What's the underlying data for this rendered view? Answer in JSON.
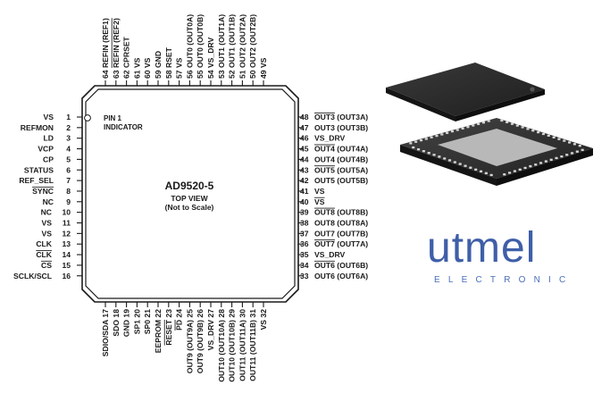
{
  "chip": {
    "part_number": "AD9520-5",
    "view": "TOP VIEW",
    "scale_note": "(Not to Scale)",
    "pin1_lines": [
      "PIN 1",
      "INDICATOR"
    ]
  },
  "pins": {
    "left": [
      {
        "num": "1",
        "name": "VS"
      },
      {
        "num": "2",
        "name": "REFMON"
      },
      {
        "num": "3",
        "name": "LD"
      },
      {
        "num": "4",
        "name": "VCP"
      },
      {
        "num": "5",
        "name": "CP"
      },
      {
        "num": "6",
        "name": "STATUS"
      },
      {
        "num": "7",
        "name": "REF_SEL"
      },
      {
        "num": "8",
        "name": "SYNC",
        "overline": true
      },
      {
        "num": "9",
        "name": "NC"
      },
      {
        "num": "10",
        "name": "NC"
      },
      {
        "num": "11",
        "name": "VS"
      },
      {
        "num": "12",
        "name": "VS"
      },
      {
        "num": "13",
        "name": "CLK"
      },
      {
        "num": "14",
        "name": "CLK",
        "overline": true
      },
      {
        "num": "15",
        "name": "CS",
        "overline": true
      },
      {
        "num": "16",
        "name": "SCLK/SCL"
      }
    ],
    "right": [
      {
        "num": "48",
        "pre": "",
        "ov": "OUT3",
        "post": " (OUT3A)"
      },
      {
        "num": "47",
        "pre": "OUT3 (OUT3B)",
        "ov": "",
        "post": ""
      },
      {
        "num": "46",
        "pre": "VS_DRV",
        "ov": "",
        "post": ""
      },
      {
        "num": "45",
        "pre": "",
        "ov": "OUT4",
        "post": " (OUT4A)"
      },
      {
        "num": "44",
        "pre": "OUT4 (OUT4B)",
        "ov": "",
        "post": ""
      },
      {
        "num": "43",
        "pre": "",
        "ov": "OUT5",
        "post": " (OUT5A)"
      },
      {
        "num": "42",
        "pre": "OUT5 (OUT5B)",
        "ov": "",
        "post": ""
      },
      {
        "num": "41",
        "pre": "VS",
        "ov": "",
        "post": ""
      },
      {
        "num": "40",
        "pre": "VS",
        "ov": "",
        "post": ""
      },
      {
        "num": "39",
        "pre": "",
        "ov": "OUT8",
        "post": " (OUT8B)"
      },
      {
        "num": "38",
        "pre": "OUT8 (OUT8A)",
        "ov": "",
        "post": ""
      },
      {
        "num": "37",
        "pre": "OUT7 (OUT7B)",
        "ov": "",
        "post": ""
      },
      {
        "num": "36",
        "pre": "",
        "ov": "OUT7",
        "post": " (OUT7A)"
      },
      {
        "num": "35",
        "pre": "VS_DRV",
        "ov": "",
        "post": ""
      },
      {
        "num": "34",
        "pre": "",
        "ov": "OUT6",
        "post": " (OUT6B)"
      },
      {
        "num": "33",
        "pre": "OUT6 (OUT6A)",
        "ov": "",
        "post": ""
      }
    ],
    "top": [
      {
        "num": "64",
        "name": "REFIN (REF1)"
      },
      {
        "num": "63",
        "name": "REFIN (REF2)",
        "overline": true
      },
      {
        "num": "62",
        "name": "CPRSET"
      },
      {
        "num": "61",
        "name": "VS"
      },
      {
        "num": "60",
        "name": "VS"
      },
      {
        "num": "59",
        "name": "GND"
      },
      {
        "num": "58",
        "name": "RSET"
      },
      {
        "num": "57",
        "name": "VS"
      },
      {
        "num": "56",
        "name": "OUT0 (OUT0A)"
      },
      {
        "num": "55",
        "name": "OUT0 (OUT0B)"
      },
      {
        "num": "54",
        "name": "VS_DRV"
      },
      {
        "num": "53",
        "name": "OUT1 (OUT1A)"
      },
      {
        "num": "52",
        "name": "OUT1 (OUT1B)"
      },
      {
        "num": "51",
        "name": "OUT2 (OUT2A)"
      },
      {
        "num": "50",
        "name": "OUT2 (OUT2B)"
      },
      {
        "num": "49",
        "name": "VS"
      }
    ],
    "bottom": [
      {
        "num": "17",
        "name": "SDIO/SDA"
      },
      {
        "num": "18",
        "name": "SDO"
      },
      {
        "num": "19",
        "name": "GND"
      },
      {
        "num": "20",
        "name": "SP1"
      },
      {
        "num": "21",
        "name": "SP0"
      },
      {
        "num": "22",
        "name": "EEPROM"
      },
      {
        "num": "23",
        "name": "RESET",
        "overline": true
      },
      {
        "num": "24",
        "name": "PD",
        "overline": true
      },
      {
        "num": "25",
        "name": "OUT9 (OUT9A)"
      },
      {
        "num": "26",
        "name": "OUT9 (OUT9B)"
      },
      {
        "num": "27",
        "name": "VS_DRV"
      },
      {
        "num": "28",
        "name": "OUT10 (OUT10A)"
      },
      {
        "num": "29",
        "name": "OUT10 (OUT10B)"
      },
      {
        "num": "30",
        "name": "OUT11 (OUT11A)"
      },
      {
        "num": "31",
        "name": "OUT11 (OUT11B)"
      },
      {
        "num": "32",
        "name": "VS"
      }
    ]
  },
  "logo": {
    "word": "utmel",
    "sub": "ELECTRONIC",
    "color": "#3f5fa8"
  },
  "colors": {
    "outline": "#1a1a1a",
    "package_dark": "#2a2a2a",
    "package_light": "#3a3a3a",
    "pad_silver": "#c8c8c8"
  }
}
